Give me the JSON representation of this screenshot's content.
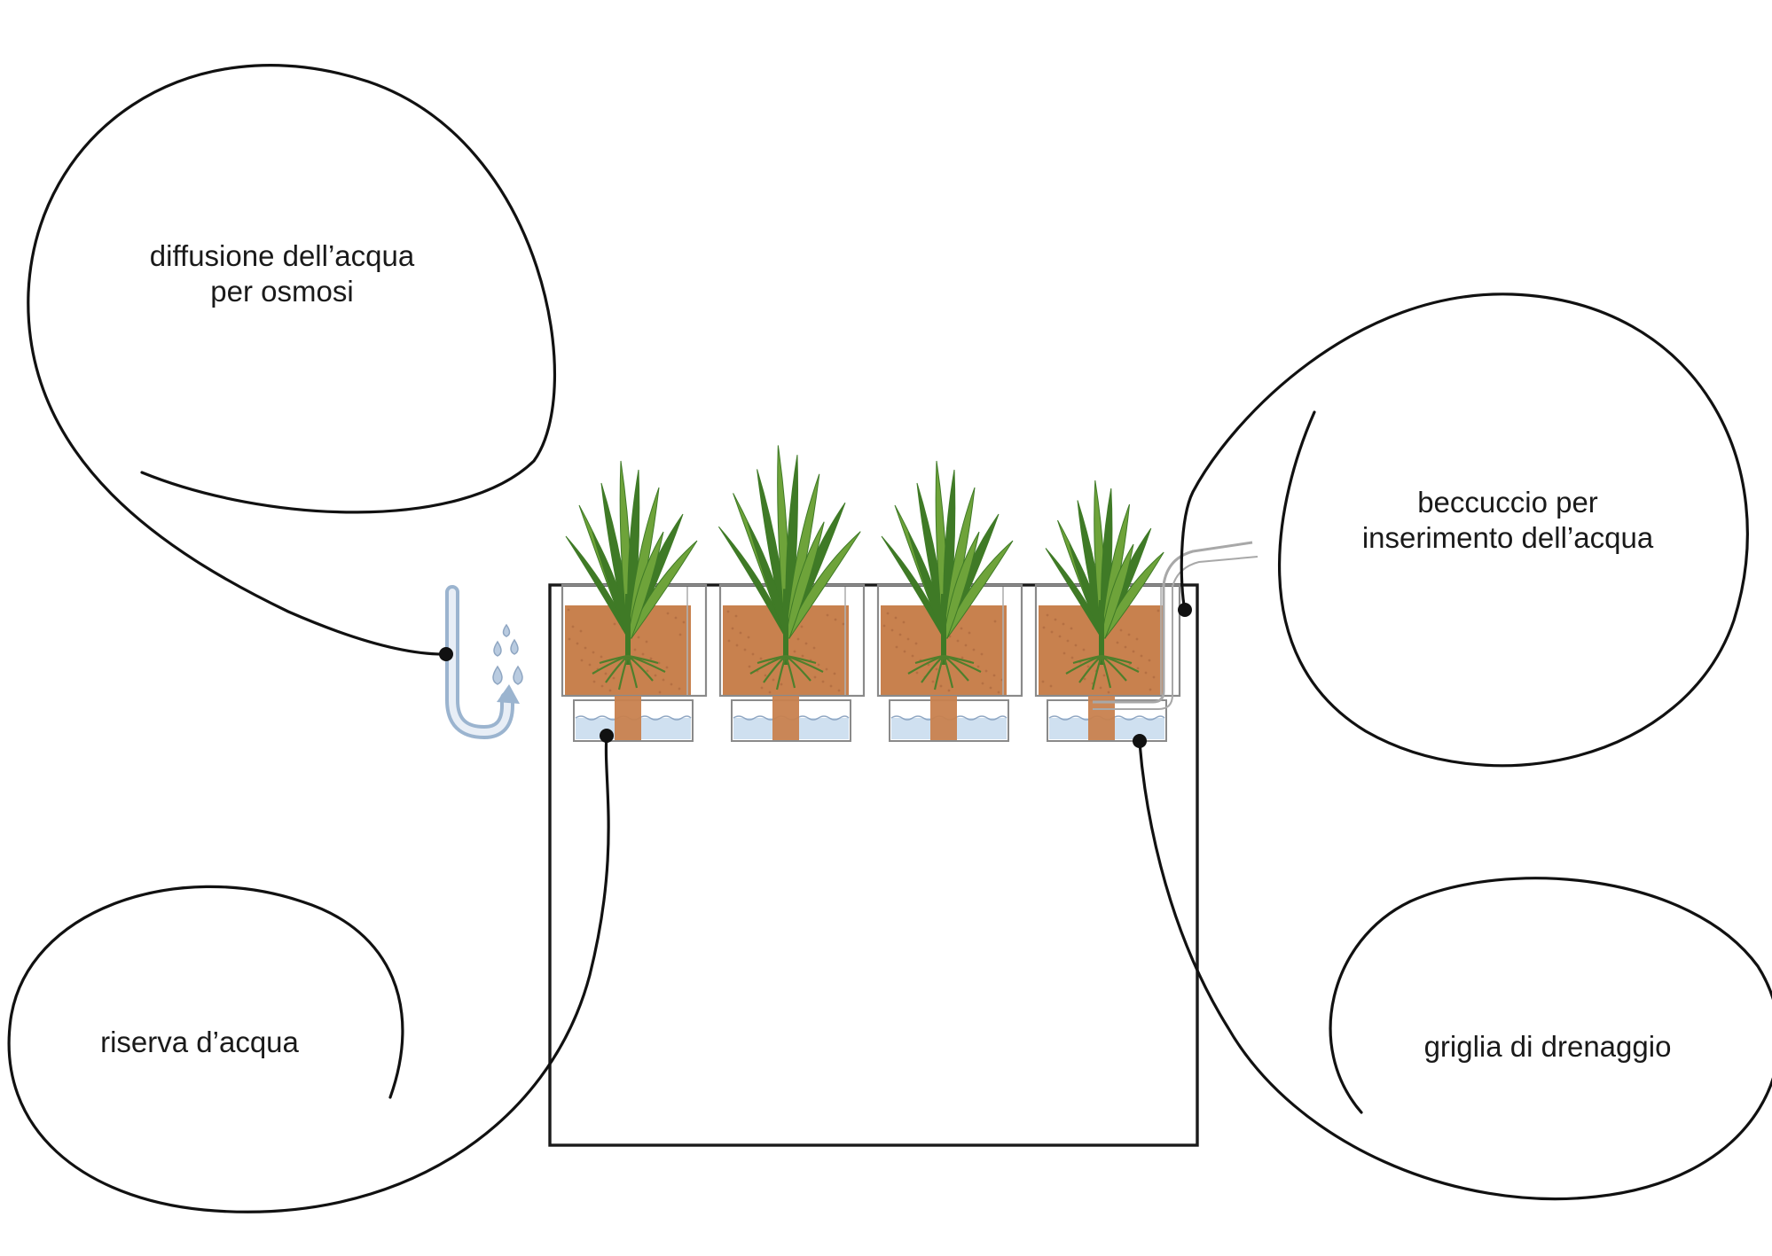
{
  "labels": {
    "osmosis_line1": "diffusione dell’acqua",
    "osmosis_line2": "per osmosi",
    "spout_line1": "beccuccio per",
    "spout_line2": "inserimento dell’acqua",
    "reserve": "riserva d’acqua",
    "drainage": "griglia di drenaggio"
  },
  "colors": {
    "soil": "#c8814e",
    "water": "#cfe0f0",
    "leaf": "#6ea33a",
    "leaf_dark": "#3f7a26",
    "root": "#4f7f2c",
    "pot_rim": "#8a8a8a",
    "pipe": "#9bb4cf"
  },
  "icons": [
    "u-pipe-osmosis-icon",
    "water-drops-icon",
    "water-spout-icon"
  ]
}
